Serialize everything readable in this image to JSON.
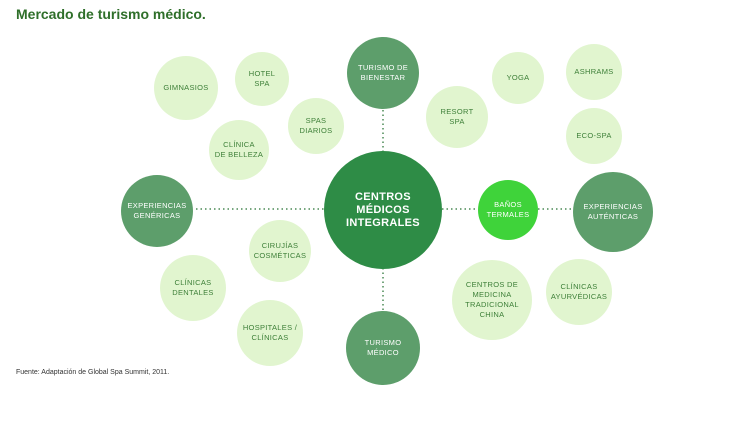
{
  "title": "Mercado de turismo médico.",
  "source": "Fuente: Adaptación de Global Spa Summit, 2011.",
  "colors": {
    "title": "#2f6f2a",
    "light_node": "#e1f5cf",
    "medium_node": "#5d9e6b",
    "bright_node": "#3fd33a",
    "center_node": "#2e8c46",
    "connector": "#4a8a55"
  },
  "diagram": {
    "center": "CENTROS\nMÉDICOS\nINTEGRALES",
    "hubs": {
      "bienestar": "TURISMO DE\nBIENESTAR",
      "genericas": "EXPERIENCIAS\nGENÉRICAS",
      "autenticas": "EXPERIENCIAS\nAUTÉNTICAS",
      "medico": "TURISMO\nMÉDICO",
      "banos": "BAÑOS\nTERMALES"
    },
    "leaves": {
      "gimnasios": "GIMNASIOS",
      "hotel_spa": "HOTEL\nSPA",
      "clinica_belleza": "CLÍNICA\nDE BELLEZA",
      "spas_diarios": "SPAS\nDIARIOS",
      "resort_spa": "RESORT\nSPA",
      "yoga": "YOGA",
      "ashrams": "ASHRAMS",
      "eco_spa": "ECO-SPA",
      "cirujias": "CIRUJÍAS\nCOSMÉTICAS",
      "clinicas_dentales": "CLÍNICAS\nDENTALES",
      "hospitales": "HOSPITALES /\nCLÍNICAS",
      "medicina_china": "CENTROS DE\nMEDICINA\nTRADICIONAL\nCHINA",
      "ayurvedicas": "CLÍNICAS\nAYURVÉDICAS"
    }
  }
}
